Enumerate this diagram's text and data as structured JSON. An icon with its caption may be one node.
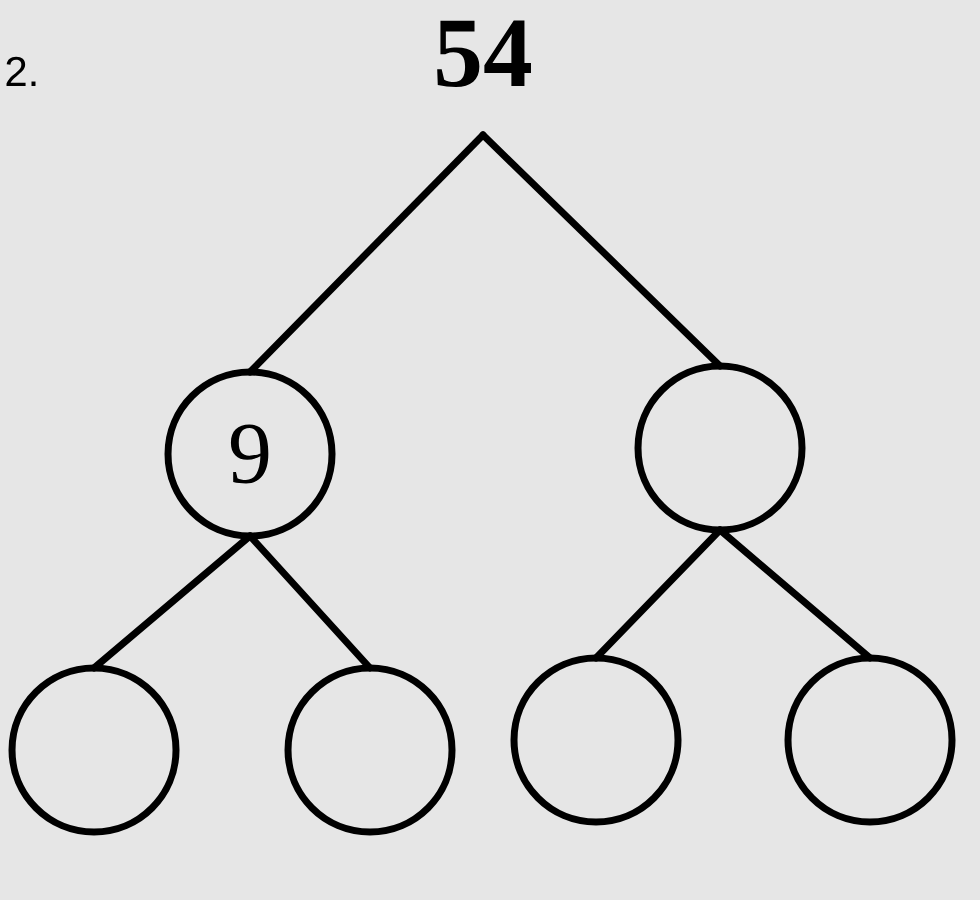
{
  "diagram": {
    "nodes": [
      {
        "text": [
          "54"
        ]
      },
      {
        "text": [
          "9"
        ]
      },
      {
        "text": [],
        "shape": "circle"
      },
      {
        "text": [],
        "shape": "circle"
      },
      {
        "text": [],
        "shape": "circle"
      },
      {
        "text": [],
        "shape": "circle"
      },
      {
        "text": [],
        "shape": "circle"
      }
    ],
    "edges": [
      {
        "from": 0,
        "to": 1,
        "arrow": "none"
      },
      {
        "from": 0,
        "to": 2,
        "arrow": "none"
      },
      {
        "from": 1,
        "to": 3,
        "arrow": "none"
      },
      {
        "from": 1,
        "to": 4,
        "arrow": "none"
      },
      {
        "from": 2,
        "to": 5,
        "arrow": "none"
      },
      {
        "from": 2,
        "to": 6,
        "arrow": "none"
      }
    ],
    "labels": [
      "2."
    ]
  }
}
